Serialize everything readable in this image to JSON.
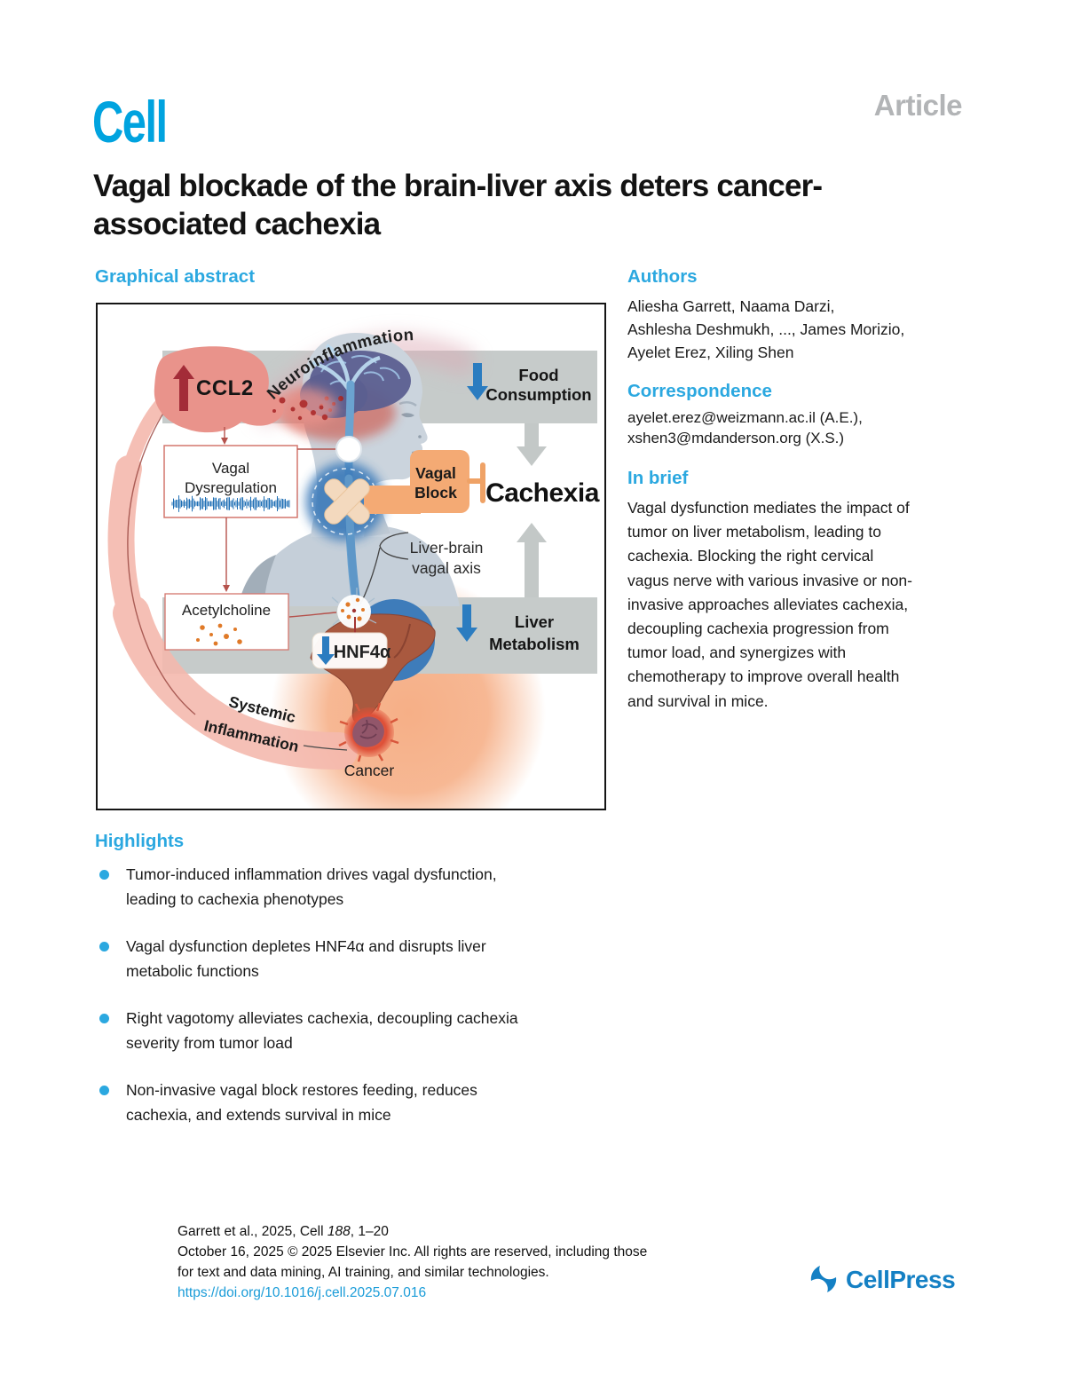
{
  "header": {
    "journal": "Cell",
    "article_type": "Article",
    "title": "Vagal blockade of the brain-liver axis deters cancer-\nassociated cachexia"
  },
  "graphical_abstract": {
    "heading": "Graphical abstract",
    "diagram": {
      "neuroinflammation": "Neuroinflammation",
      "ccl2": "CCL2",
      "food_line1": "Food",
      "food_line2": "Consumption",
      "vagal_dysregulation_line1": "Vagal",
      "vagal_dysregulation_line2": "Dysregulation",
      "vagal_block_line1": "Vagal",
      "vagal_block_line2": "Block",
      "cachexia": "Cachexia",
      "liver_brain_line1": "Liver-brain",
      "liver_brain_line2": "vagal axis",
      "acetylcholine": "Acetylcholine",
      "hnf4a": "HNF4α",
      "liver_metabolism_line1": "Liver",
      "liver_metabolism_line2": "Metabolism",
      "systemic": "Systemic",
      "inflammation": "Inflammation",
      "cancer": "Cancer"
    }
  },
  "authors": {
    "heading": "Authors",
    "names": "Aliesha Garrett, Naama Darzi,\nAshlesha Deshmukh, ..., James Morizio,\nAyelet Erez, Xiling Shen"
  },
  "correspondence": {
    "heading": "Correspondence",
    "emails": "ayelet.erez@weizmann.ac.il (A.E.),\nxshen3@mdanderson.org (X.S.)"
  },
  "in_brief": {
    "heading": "In brief",
    "text": "Vagal dysfunction mediates the impact of\ntumor on liver metabolism, leading to\ncachexia. Blocking the right cervical\nvagus nerve with various invasive or non-\ninvasive approaches alleviates cachexia,\ndecoupling cachexia progression from\ntumor load, and synergizes with\nchemotherapy to improve overall health\nand survival in mice."
  },
  "highlights": {
    "heading": "Highlights",
    "items": [
      "Tumor-induced inflammation drives vagal dysfunction,\nleading to cachexia phenotypes",
      "Vagal dysfunction depletes HNF4α and disrupts liver\nmetabolic functions",
      "Right vagotomy alleviates cachexia, decoupling cachexia\nseverity from tumor load",
      "Non-invasive vagal block restores feeding, reduces\ncachexia, and extends survival in mice"
    ]
  },
  "footer": {
    "citation_prefix": "Garrett et al., 2025, Cell ",
    "citation_volume": "188",
    "citation_suffix": ", 1–20",
    "line2": "October 16, 2025 © 2025 Elsevier Inc. All rights are reserved, including those",
    "line3": "for text and data mining, AI training, and similar technologies.",
    "doi": "https://doi.org/10.1016/j.cell.2025.07.016",
    "publisher": "CellPress"
  },
  "colors": {
    "accent_cyan": "#2BA8E0",
    "logo_blue": "#00A3DF",
    "article_gray": "#B2B4B6",
    "link_blue": "#1A9CD8",
    "cellpress_blue": "#1480C4",
    "band_gray": "#C6CBCA",
    "blue_arrow": "#2B7CC0",
    "orange_block": "#F4AA74",
    "salmon_blob": "#E9938B"
  }
}
